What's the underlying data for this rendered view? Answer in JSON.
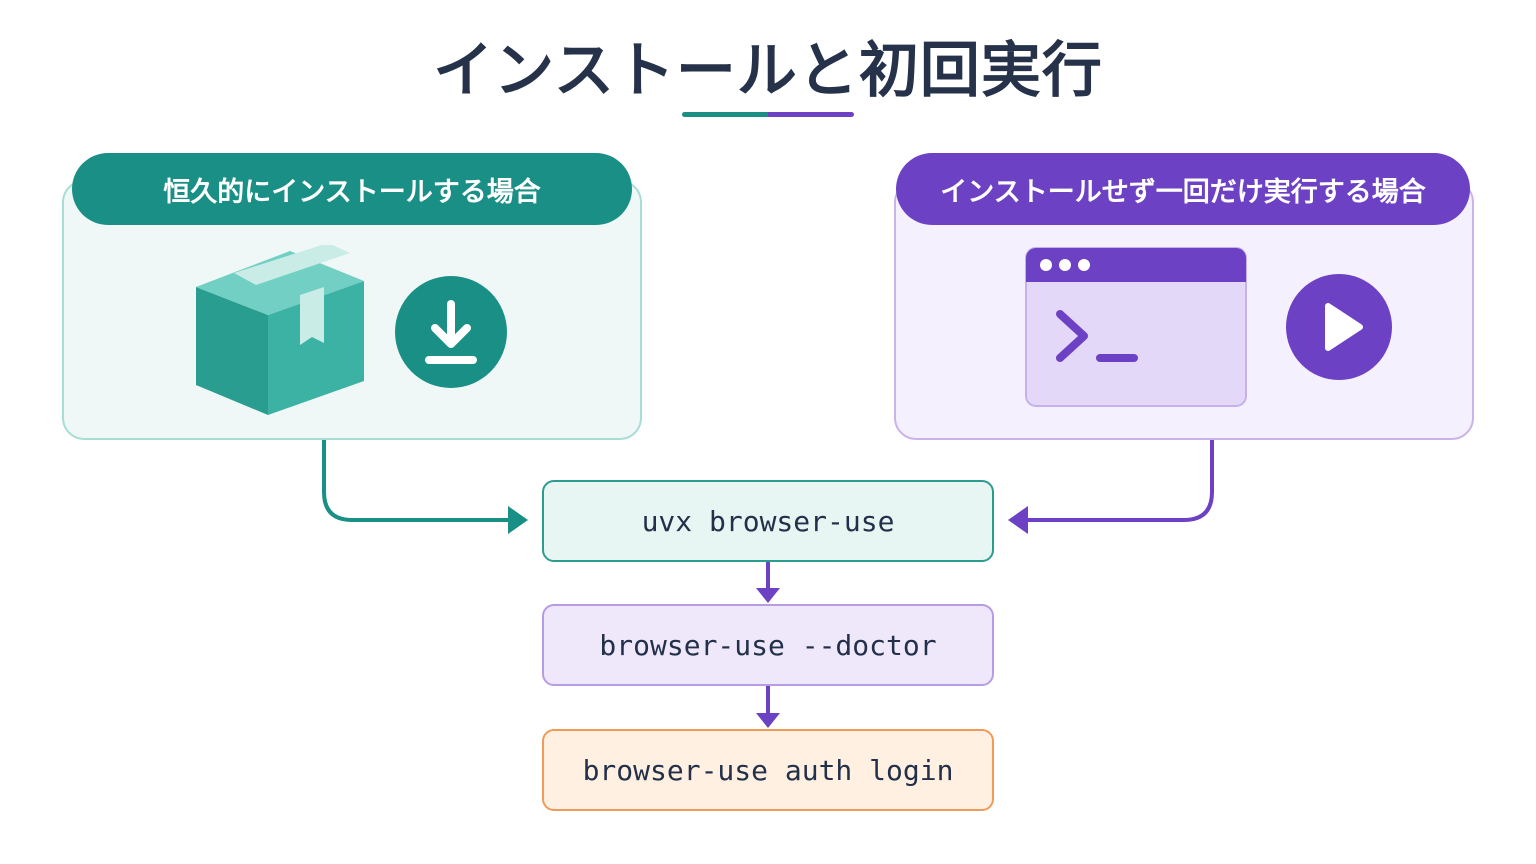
{
  "title": "インストールと初回実行",
  "left_card": {
    "label": "恒久的にインストールする場合",
    "icons": [
      "package-box-icon",
      "download-icon"
    ],
    "accent": "#1a8f85"
  },
  "right_card": {
    "label": "インストールせず一回だけ実行する場合",
    "icons": [
      "terminal-window-icon",
      "play-icon"
    ],
    "accent": "#6d41c4"
  },
  "commands": [
    "uvx browser-use",
    "browser-use --doctor",
    "browser-use auth login"
  ],
  "colors": {
    "teal": "#1a8f85",
    "purple": "#6d41c4",
    "orange": "#ef9b5a",
    "title": "#26324a"
  }
}
